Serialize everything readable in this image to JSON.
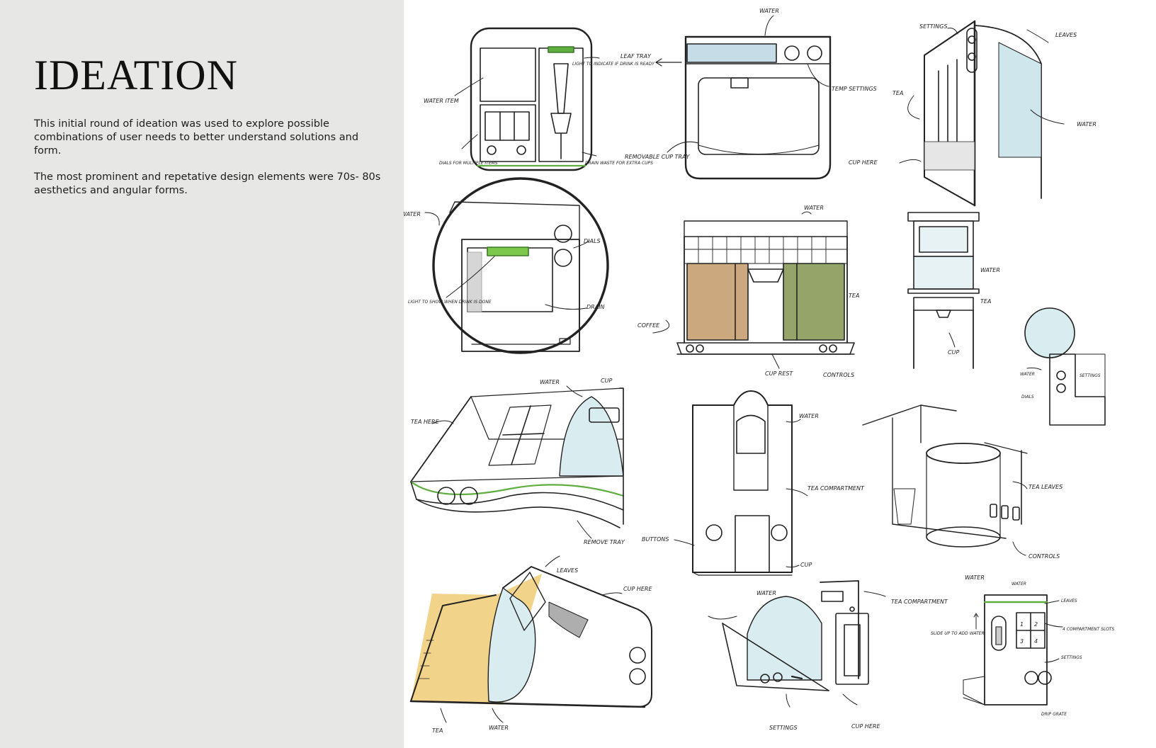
{
  "title": "IDEATION",
  "description": [
    "This initial round of ideation was used to explore possible combinations of user needs to better understand solutions and form.",
    "The most prominent and repetative design elements were 70s- 80s aesthetics and angular forms."
  ],
  "colors": {
    "panel_bg": "#e7e8e6",
    "accent_green": "#5fae3f",
    "coffee_tan": "#cba87e",
    "sage_green": "#95a56a",
    "water_blue": "#cfe6ec",
    "tea_yellow": "#f2d38a"
  },
  "sketch_labels": {
    "s1": {
      "water": "WATER ITEM",
      "light": "LIGHT TO INDICATE IF DRINK IS READY",
      "dials": "DIALS FOR MULTIPLE ITEMS",
      "drain": "DRAIN WASTE FOR EXTRA CUPS"
    },
    "s2": {
      "water": "WATER",
      "leaf": "LEAF TRAY",
      "temp": "TEMP SETTINGS",
      "cup": "REMOVABLE CUP TRAY"
    },
    "s3": {
      "settings": "SETTINGS",
      "leaves": "LEAVES",
      "tea": "TEA",
      "water": "WATER",
      "cup": "CUP HERE"
    },
    "s4": {
      "water": "WATER",
      "dials": "DIALS",
      "light": "LIGHT TO SHOW WHEN DRINK IS DONE",
      "drain": "DRAIN"
    },
    "s5": {
      "water": "WATER",
      "coffee": "COFFEE",
      "tea": "TEA",
      "cup": "CUP REST",
      "controls": "CONTROLS"
    },
    "s6": {
      "water": "WATER",
      "tea": "TEA",
      "cup": "CUP"
    },
    "s7": {
      "water": "WATER",
      "dials": "DIALS",
      "settings": "SETTINGS"
    },
    "s8": {
      "tea": "TEA HERE",
      "water": "WATER",
      "cup": "CUP",
      "tray": "REMOVE TRAY"
    },
    "s9": {
      "water": "WATER",
      "tea": "TEA COMPARTMENT",
      "buttons": "BUTTONS",
      "cup": "CUP"
    },
    "s10": {
      "tea": "TEA LEAVES",
      "controls": "CONTROLS",
      "water": "WATER"
    },
    "s11": {
      "leaves": "LEAVES",
      "cup": "CUP HERE",
      "tea": "TEA",
      "water": "WATER"
    },
    "s12": {
      "water": "WATER",
      "tea": "TEA COMPARTMENT",
      "settings": "SETTINGS",
      "cup": "CUP HERE"
    },
    "s13": {
      "water": "WATER",
      "leaves": "LEAVES",
      "slide": "SLIDE UP TO ADD WATER",
      "compartment": "4 COMPARTMENT SLOTS",
      "settings": "SETTINGS",
      "drain": "DRIP GRATE"
    },
    "s13_numbers": [
      "1",
      "2",
      "3",
      "4"
    ]
  }
}
